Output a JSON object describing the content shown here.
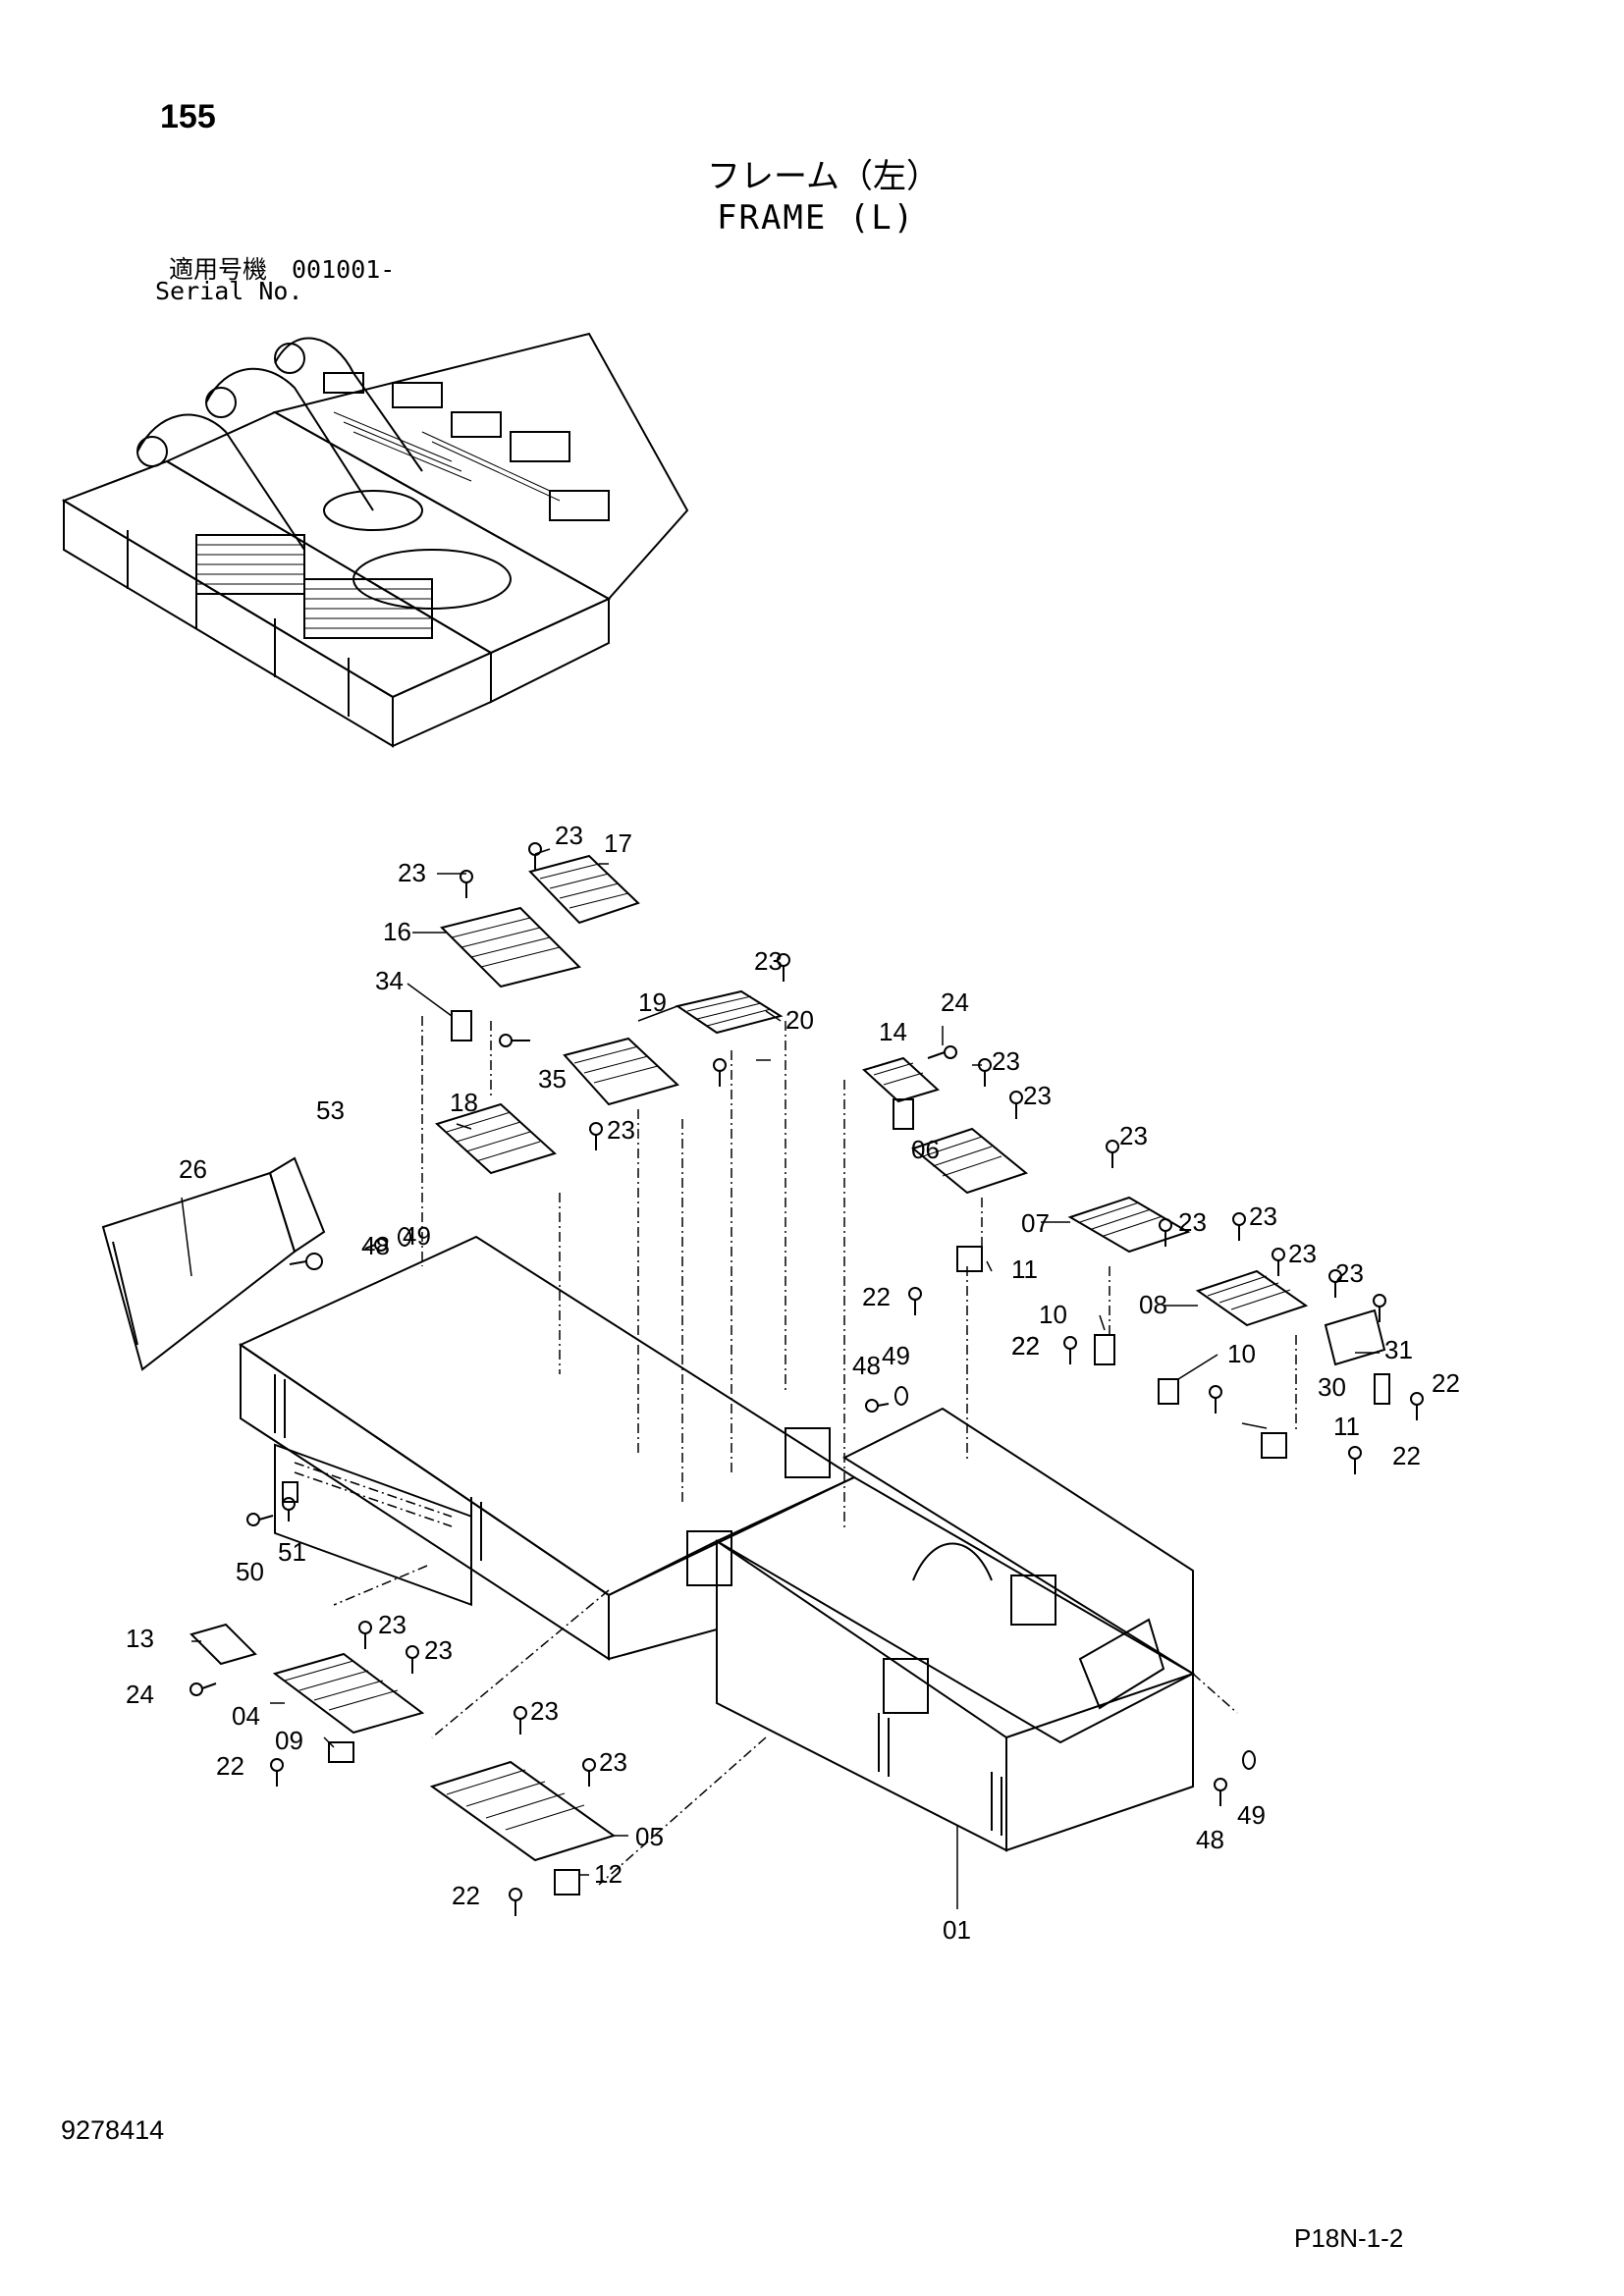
{
  "page_number": "155",
  "title_jp": "フレーム（左）",
  "title_en": "FRAME (L)",
  "serial_label_jp": "適用号機　001001-",
  "serial_label_en": "Serial No.",
  "document_number": "9278414",
  "figure_ref": "P18N-1-2",
  "callouts": [
    "23",
    "17",
    "23",
    "16",
    "34",
    "35",
    "19",
    "20",
    "23",
    "14",
    "24",
    "23",
    "23",
    "53",
    "18",
    "23",
    "06",
    "23",
    "26",
    "48",
    "49",
    "07",
    "23",
    "23",
    "22",
    "11",
    "08",
    "23",
    "23",
    "10",
    "22",
    "48",
    "49",
    "10",
    "22",
    "31",
    "30",
    "22",
    "11",
    "22",
    "50",
    "51",
    "13",
    "23",
    "23",
    "24",
    "04",
    "09",
    "22",
    "23",
    "23",
    "05",
    "22",
    "12",
    "48",
    "49",
    "01"
  ]
}
